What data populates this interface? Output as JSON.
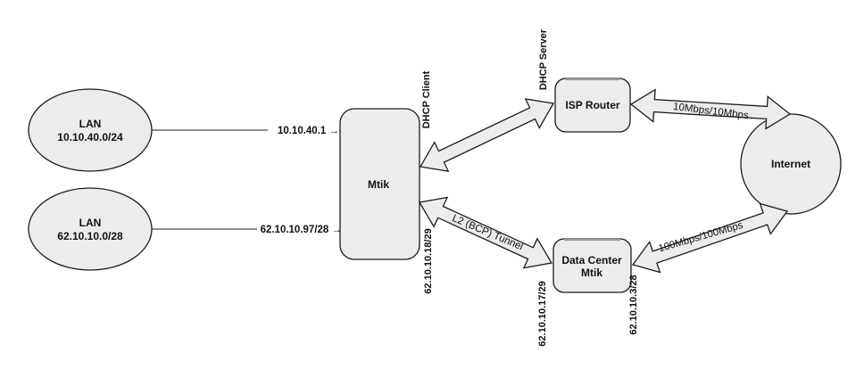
{
  "colors": {
    "node_fill": "#ececec",
    "outline": "#1c1c1c",
    "background": "#ffffff"
  },
  "nodes": {
    "lan1": {
      "line1": "LAN",
      "line2": "10.10.40.0/24"
    },
    "lan2": {
      "line1": "LAN",
      "line2": "62.10.10.0/28"
    },
    "mtik": {
      "label": "Mtik"
    },
    "isp_router": {
      "label": "ISP Router"
    },
    "dc_mtik": {
      "line1": "Data Center",
      "line2": "Mtik"
    },
    "internet": {
      "label": "Internet"
    }
  },
  "labels": {
    "lan1_gateway": "10.10.40.1 →",
    "lan2_gateway": "62.10.10.97/28 →",
    "dhcp_client": "DHCP Client",
    "dhcp_server": "DHCP Server",
    "mtik_wan_ip": "62.10.10.18/29",
    "tunnel": "L2 (BCP) Tunnel",
    "dc_tunnel_ip": "62.10.10.17/29",
    "dc_wan_ip": "62.10.10.3/28",
    "isp_link_speed": "10Mbps/10Mbps",
    "dc_link_speed": "100Mbps/100Mbps"
  }
}
